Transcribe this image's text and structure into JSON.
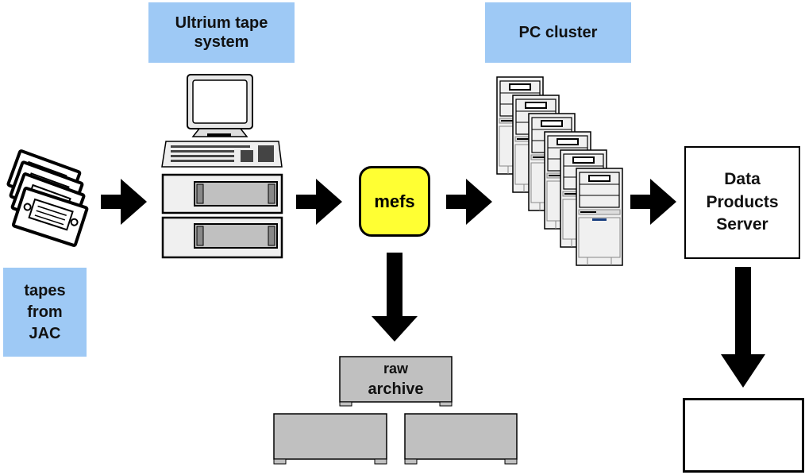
{
  "labels": {
    "ultrium": "Ultrium tape system",
    "pc_cluster": "PC cluster",
    "tapes_line1": "tapes",
    "tapes_line2": "from",
    "tapes_line3": "JAC",
    "mefs": "mefs",
    "raw_line1": "raw",
    "raw_line2": "archive",
    "dps_line1": "Data",
    "dps_line2": "Products",
    "dps_line3": "Server"
  },
  "colors": {
    "label_bg": "#9ec9f5",
    "mefs_fill": "#ffff33",
    "archive_fill": "#c0c0c0",
    "device_fill": "#f0f0f0"
  }
}
